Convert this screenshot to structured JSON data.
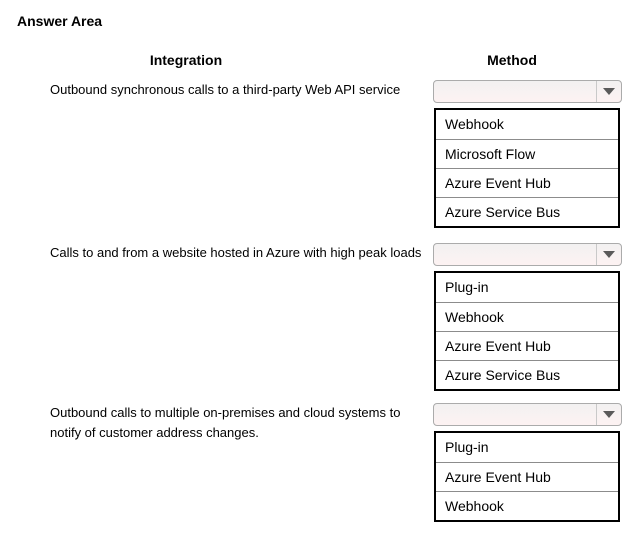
{
  "title": "Answer Area",
  "columns": {
    "integration": "Integration",
    "method": "Method"
  },
  "rows": [
    {
      "description": "Outbound synchronous calls to a third-party Web API service",
      "selected": "",
      "options": [
        "Webhook",
        "Microsoft Flow",
        "Azure Event Hub",
        "Azure Service Bus"
      ]
    },
    {
      "description": "Calls to and from a website hosted in Azure with high peak loads",
      "selected": "",
      "options": [
        "Plug-in",
        "Webhook",
        "Azure Event Hub",
        "Azure Service Bus"
      ]
    },
    {
      "description": "Outbound calls to multiple on-premises and cloud systems to notify of customer address changes.",
      "selected": "",
      "options": [
        "Plug-in",
        "Azure Event Hub",
        "Webhook"
      ]
    }
  ],
  "icons": {
    "dropdown_arrow": "dropdown-arrow-icon"
  },
  "colors": {
    "select_border": "#ababab",
    "select_fill_top": "#f2f1f1",
    "select_fill_bottom": "#fdf2f2",
    "arrow": "#5a5a5a",
    "arrow_divider": "#c9c9c9",
    "list_border": "#000000",
    "list_divider": "#8c8c8c",
    "text": "#000000",
    "background": "#ffffff"
  }
}
